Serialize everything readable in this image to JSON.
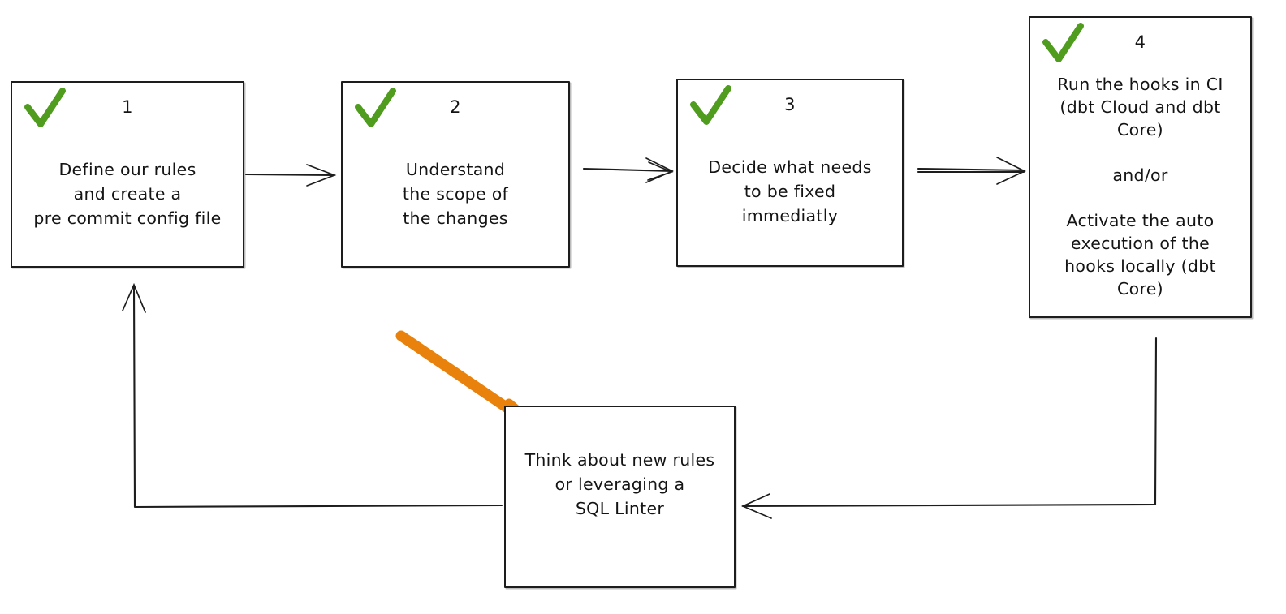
{
  "diagram": {
    "title": "pre-commit workflow flowchart",
    "style": "hand-drawn whiteboard sketch",
    "colors": {
      "ink": "#1d1d1d",
      "check_green": "#4f9c1f",
      "highlight_orange": "#e8820c",
      "background": "#ffffff"
    },
    "nodes": [
      {
        "id": "node-1",
        "number": "1",
        "checked": true,
        "check_icon": "green-checkmark",
        "text": "Define our rules\nand create a\npre commit config file"
      },
      {
        "id": "node-2",
        "number": "2",
        "checked": true,
        "check_icon": "green-checkmark",
        "text": "Understand\nthe scope of\nthe changes"
      },
      {
        "id": "node-3",
        "number": "3",
        "checked": true,
        "check_icon": "green-checkmark",
        "text": "Decide what needs\nto be fixed\nimmediatly"
      },
      {
        "id": "node-4",
        "number": "4",
        "checked": true,
        "check_icon": "green-checkmark",
        "text": "Run the hooks in CI\n(dbt Cloud and dbt\nCore)\n\nand/or\n\nActivate the auto\nexecution of the\nhooks locally (dbt\nCore)"
      },
      {
        "id": "node-5",
        "number": "",
        "checked": false,
        "check_icon": "",
        "text": "Think about new rules\nor leveraging a\nSQL Linter"
      }
    ],
    "connectors": [
      {
        "id": "arrow-1-to-2",
        "from": "node-1",
        "to": "node-2",
        "direction": "right"
      },
      {
        "id": "arrow-2-to-3",
        "from": "node-2",
        "to": "node-3",
        "direction": "right"
      },
      {
        "id": "arrow-3-to-4",
        "from": "node-3",
        "to": "node-4",
        "direction": "right"
      },
      {
        "id": "arrow-4-to-5",
        "from": "node-4",
        "to": "node-5",
        "direction": "left"
      },
      {
        "id": "arrow-5-to-1",
        "from": "node-5",
        "to": "node-1",
        "direction": "up"
      }
    ],
    "annotations": [
      {
        "id": "orange-pointer",
        "type": "highlight-arrow",
        "color": "#e8820c",
        "points_to": "node-5"
      }
    ]
  }
}
